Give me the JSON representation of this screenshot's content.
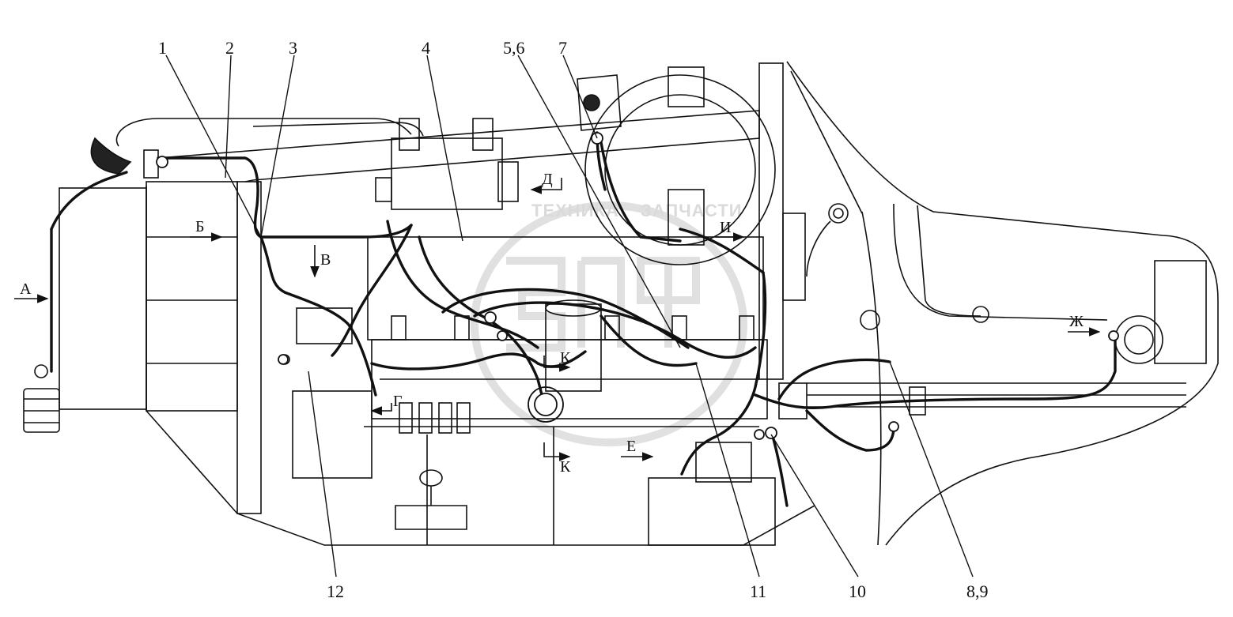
{
  "diagram": {
    "callouts": [
      "1",
      "2",
      "3",
      "4",
      "5,6",
      "7",
      "8,9",
      "10",
      "11",
      "12"
    ],
    "view_labels": {
      "a": "А",
      "b": "Б",
      "v": "В",
      "g": "Г",
      "d": "Д",
      "e": "Е",
      "zh": "Ж",
      "i": "И",
      "k1": "К",
      "k2": "К"
    },
    "watermark": {
      "logo": "ЭПФ",
      "left": "ТЕХНИКА",
      "right": "ЗАПЧАСТИ"
    },
    "colors": {
      "line": "#111111",
      "watermark": "#bdbdbd",
      "background": "#ffffff"
    }
  }
}
